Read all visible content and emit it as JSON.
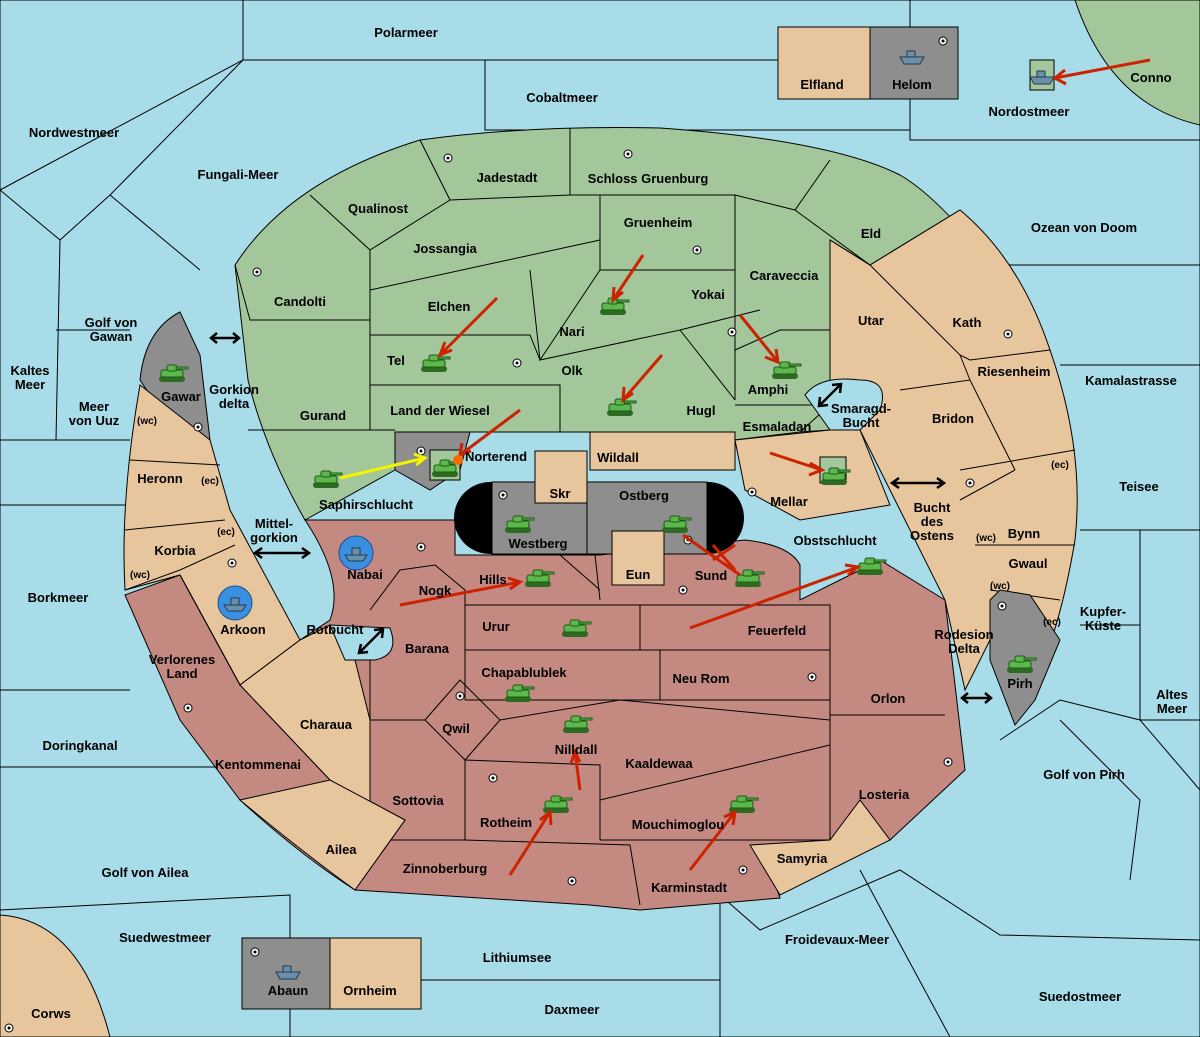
{
  "regions": {
    "seas": [
      "Polarmeer",
      "Cobaltmeer",
      "Nordwestmeer",
      "Fungali-Meer",
      "Nordostmeer",
      "Ozean von Doom",
      "Kaltes Meer",
      "Golf von Gawan",
      "Meer von Uuz",
      "Kamalastrasse",
      "Teisee",
      "Borkmeer",
      "Kupfer-Küste",
      "Altes Meer",
      "Doringkanal",
      "Golf von Pirh",
      "Golf von Ailea",
      "Suedwestmeer",
      "Lithiumsee",
      "Froidevaux-Meer",
      "Daxmeer",
      "Suedostmeer",
      "Gorkion delta",
      "Mittel-gorkion",
      "Rotbucht",
      "Smaragd-Bucht",
      "Bucht des Ostens",
      "Rodesion Delta"
    ],
    "labels": {
      "polarmeer": "Polarmeer",
      "cobaltmeer": "Cobaltmeer",
      "nordwestmeer": "Nordwestmeer",
      "fungali": "Fungali-Meer",
      "nordostmeer": "Nordostmeer",
      "ozean": "Ozean von Doom",
      "kaltes1": "Kaltes",
      "kaltes2": "Meer",
      "gawan1": "Golf von",
      "gawan2": "Gawan",
      "uuz1": "Meer",
      "uuz2": "von Uuz",
      "kamala": "Kamalastrasse",
      "teisee": "Teisee",
      "borkmeer": "Borkmeer",
      "kupfer1": "Kupfer-",
      "kupfer2": "Küste",
      "altes1": "Altes",
      "altes2": "Meer",
      "doring": "Doringkanal",
      "golfpirh": "Golf von Pirh",
      "ailea": "Golf von Ailea",
      "suedwest": "Suedwestmeer",
      "lithium": "Lithiumsee",
      "froide": "Froidevaux-Meer",
      "dax": "Daxmeer",
      "suedost": "Suedostmeer",
      "gork1": "Gorkion",
      "gork2": "delta",
      "mittel1": "Mittel-",
      "mittel2": "gorkion",
      "rotbucht": "Rotbucht",
      "smar1": "Smaragd-",
      "smar2": "Bucht",
      "bucht1": "Bucht",
      "bucht2": "des",
      "bucht3": "Ostens",
      "rod1": "Rodesion",
      "rod2": "Delta",
      "elfland": "Elfland",
      "helom": "Helom",
      "conno": "Conno",
      "corws": "Corws",
      "abaun": "Abaun",
      "ornheim": "Ornheim",
      "jadestadt": "Jadestadt",
      "schloss": "Schloss Gruenburg",
      "qualinost": "Qualinost",
      "jossangia": "Jossangia",
      "gruenheim": "Gruenheim",
      "eld": "Eld",
      "candolti": "Candolti",
      "caraveccia": "Caraveccia",
      "elchen": "Elchen",
      "yokai": "Yokai",
      "nari": "Nari",
      "tel": "Tel",
      "olk": "Olk",
      "amphi": "Amphi",
      "gurand": "Gurand",
      "landwiesel": "Land der Wiesel",
      "hugl": "Hugl",
      "esmaladan": "Esmaladan",
      "norterend": "Norterend",
      "saphir": "Saphirschlucht",
      "wildall": "Wildall",
      "skr": "Skr",
      "ostberg": "Ostberg",
      "mellar": "Mellar",
      "westberg": "Westberg",
      "eun": "Eun",
      "obstschlucht": "Obstschlucht",
      "sund": "Sund",
      "nabai": "Nabai",
      "nogk": "Nogk",
      "hills": "Hills",
      "urur": "Urur",
      "feuerfeld": "Feuerfeld",
      "barana": "Barana",
      "chapa": "Chapablublek",
      "neurom": "Neu Rom",
      "orlon": "Orlon",
      "qwil": "Qwil",
      "nilldall": "Nilldall",
      "kaaldewaa": "Kaaldewaa",
      "sottovia": "Sottovia",
      "rotheim": "Rotheim",
      "mouchi": "Mouchimoglou",
      "losteria": "Losteria",
      "zinnober": "Zinnoberburg",
      "karmin": "Karminstadt",
      "samyria": "Samyria",
      "utar": "Utar",
      "kath": "Kath",
      "riesenheim": "Riesenheim",
      "bridon": "Bridon",
      "bynn": "Bynn",
      "gwaul": "Gwaul",
      "pirh": "Pirh",
      "gawar": "Gawar",
      "heronn": "Heronn",
      "korbia": "Korbia",
      "arkoon": "Arkoon",
      "verl1": "Verlorenes",
      "verl2": "Land",
      "charaua": "Charaua",
      "kentom": "Kentommenai",
      "ailea_land": "Ailea",
      "wc": "(wc)",
      "ec": "(ec)"
    }
  },
  "colors": {
    "sea": "#a8dce8",
    "green": "#a3c79b",
    "tan": "#e8c69d",
    "red": "#c48a82",
    "gray": "#8e8e8e",
    "arrow_red": "#cc2200",
    "arrow_yellow": "#f5f500"
  }
}
